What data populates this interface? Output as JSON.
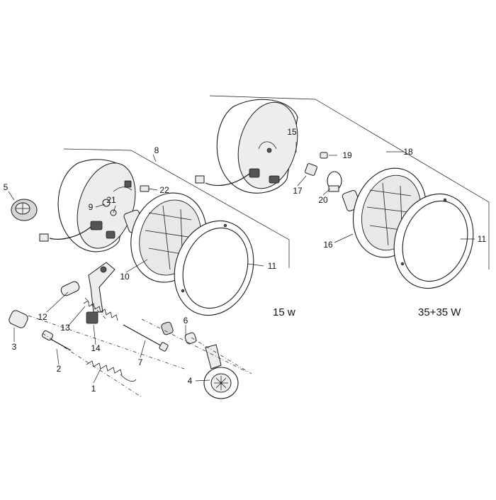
{
  "callouts": {
    "c1": "1",
    "c2": "2",
    "c3": "3",
    "c4": "4",
    "c5": "5",
    "c6": "6",
    "c7": "7",
    "c8": "8",
    "c9": "9",
    "c10": "10",
    "c11a": "11",
    "c11b": "11",
    "c12": "12",
    "c13": "13",
    "c14": "14",
    "c15": "15",
    "c16": "16",
    "c17": "17",
    "c18": "18",
    "c19": "19",
    "c20": "20",
    "c21": "21",
    "c22": "22"
  },
  "captions": {
    "left_variant": "15 w",
    "right_variant": "35+35 W"
  }
}
